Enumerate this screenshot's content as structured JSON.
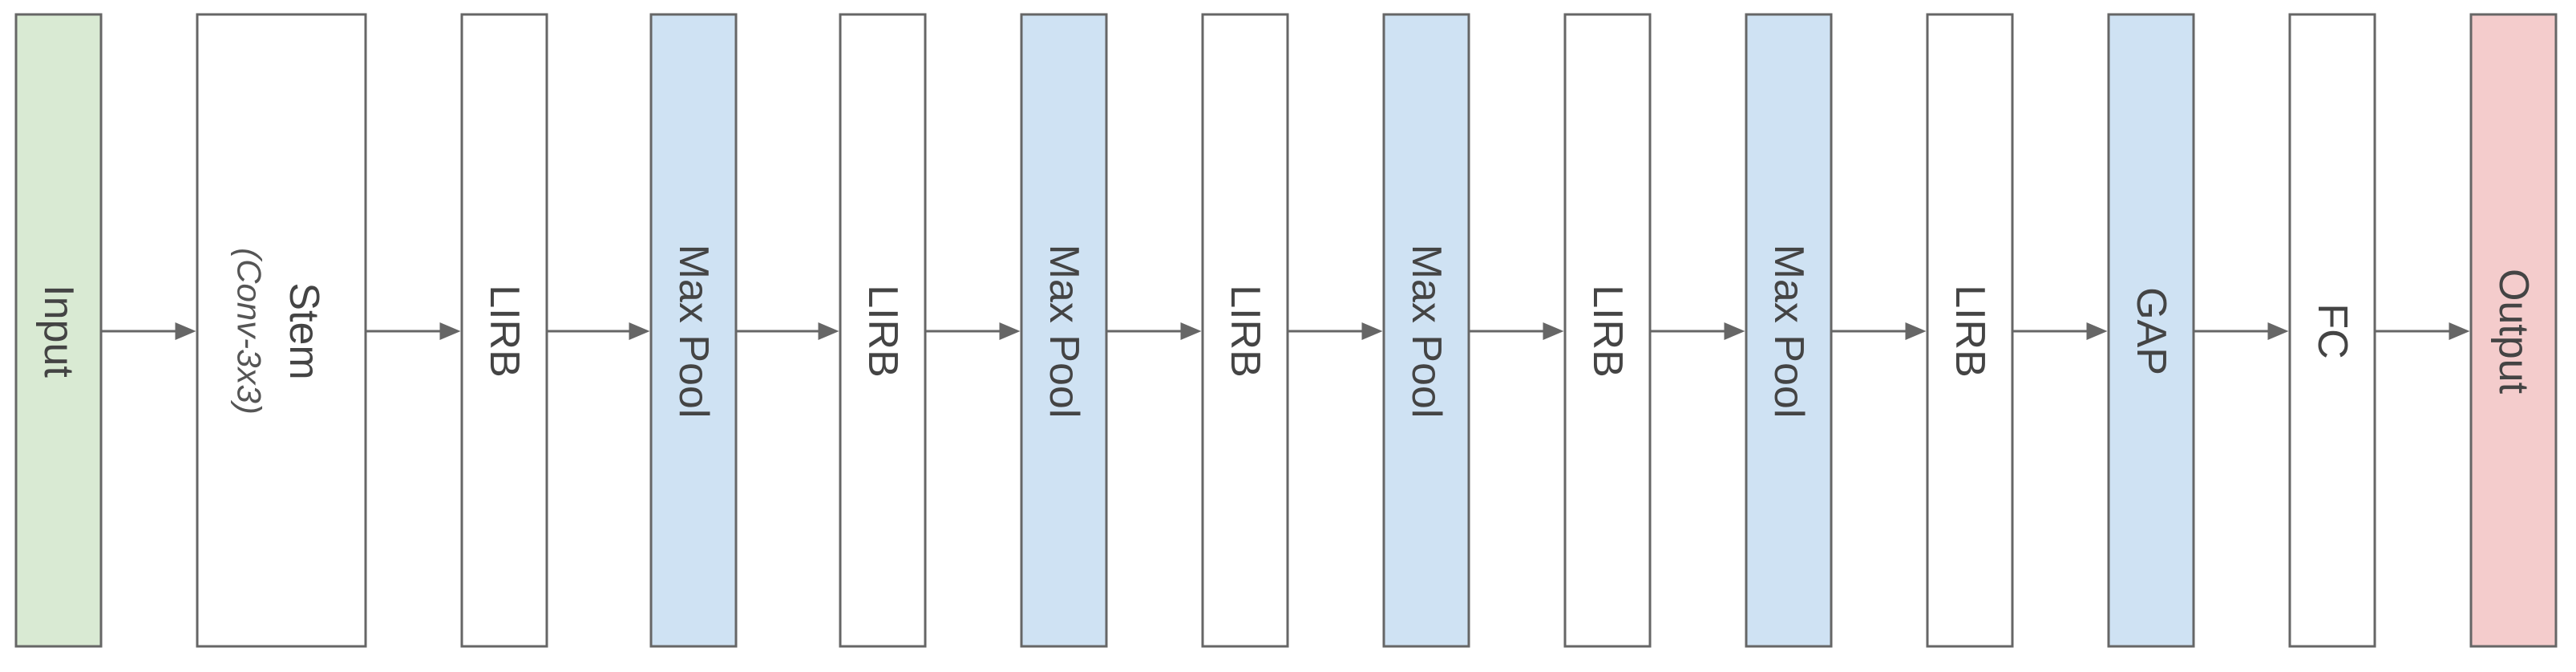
{
  "colors": {
    "input_fill": "#d9ead3",
    "pool_fill": "#cfe2f3",
    "plain_fill": "#ffffff",
    "output_fill": "#f4cccc",
    "stroke": "#666666",
    "text": "#444444"
  },
  "blocks": [
    {
      "label": "Input",
      "sublabel": "",
      "kind": "input"
    },
    {
      "label": "Stem",
      "sublabel": "(Conv-3x3)",
      "kind": "plain"
    },
    {
      "label": "LIRB",
      "sublabel": "",
      "kind": "plain"
    },
    {
      "label": "Max Pool",
      "sublabel": "",
      "kind": "pool"
    },
    {
      "label": "LIRB",
      "sublabel": "",
      "kind": "plain"
    },
    {
      "label": "Max Pool",
      "sublabel": "",
      "kind": "pool"
    },
    {
      "label": "LIRB",
      "sublabel": "",
      "kind": "plain"
    },
    {
      "label": "Max Pool",
      "sublabel": "",
      "kind": "pool"
    },
    {
      "label": "LIRB",
      "sublabel": "",
      "kind": "plain"
    },
    {
      "label": "Max Pool",
      "sublabel": "",
      "kind": "pool"
    },
    {
      "label": "LIRB",
      "sublabel": "",
      "kind": "plain"
    },
    {
      "label": "GAP",
      "sublabel": "",
      "kind": "pool"
    },
    {
      "label": "FC",
      "sublabel": "",
      "kind": "plain"
    },
    {
      "label": "Output",
      "sublabel": "",
      "kind": "output"
    }
  ],
  "connections": [
    {
      "from": 0,
      "to": 1
    },
    {
      "from": 1,
      "to": 2
    },
    {
      "from": 2,
      "to": 3
    },
    {
      "from": 3,
      "to": 4
    },
    {
      "from": 4,
      "to": 5
    },
    {
      "from": 5,
      "to": 6
    },
    {
      "from": 6,
      "to": 7
    },
    {
      "from": 7,
      "to": 8
    },
    {
      "from": 8,
      "to": 9
    },
    {
      "from": 9,
      "to": 10
    },
    {
      "from": 10,
      "to": 11
    },
    {
      "from": 11,
      "to": 12
    },
    {
      "from": 12,
      "to": 13
    }
  ]
}
